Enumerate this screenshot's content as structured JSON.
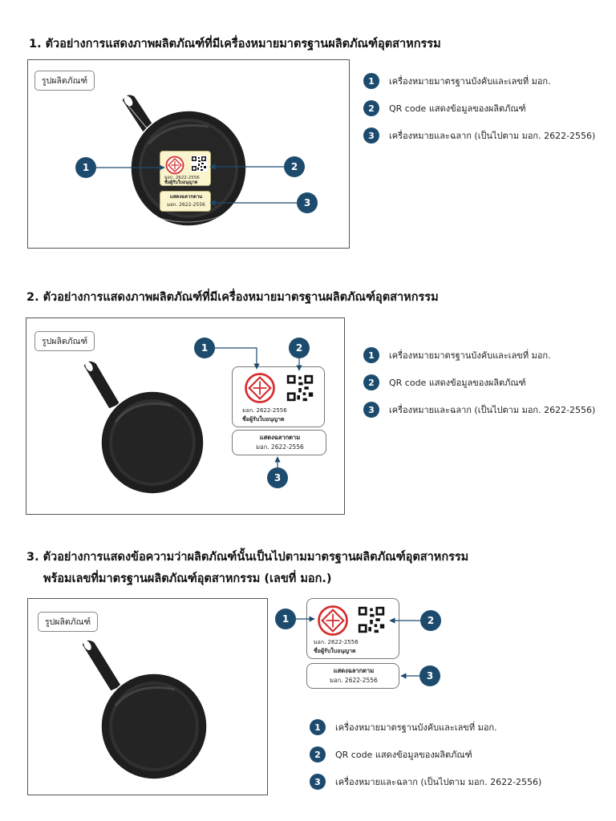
{
  "sections": [
    {
      "heading": "1. ตัวอย่างการแสดงภาพผลิตภัณฑ์ที่มีเครื่องหมายมาตรฐานผลิตภัณฑ์อุตสาหกรรม",
      "photo_label": "รูปผลิตภัณฑ์",
      "label": {
        "standard_no": "มอก. 2622-2556",
        "licensee": "ชื่อผู้รับใบอนุญาต",
        "marking_title": "แสดงฉลากตาม",
        "marking_std": "มอก. 2622-2556"
      },
      "callouts": [
        "1",
        "2",
        "3"
      ]
    },
    {
      "heading": "2. ตัวอย่างการแสดงภาพผลิตภัณฑ์ที่มีเครื่องหมายมาตรฐานผลิตภัณฑ์อุตสาหกรรม",
      "photo_label": "รูปผลิตภัณฑ์",
      "label": {
        "standard_no": "มอก. 2622-2556",
        "licensee": "ชื่อผู้รับใบอนุญาต",
        "marking_title": "แสดงฉลากตาม",
        "marking_std": "มอก. 2622-2556"
      },
      "callouts": [
        "1",
        "2",
        "3"
      ]
    },
    {
      "heading_line1": "3. ตัวอย่างการแสดงข้อความว่าผลิตภัณฑ์นั้นเป็นไปตามมาตรฐานผลิตภัณฑ์อุตสาหกรรม",
      "heading_line2": "พร้อมเลขที่มาตรฐานผลิตภัณฑ์อุตสาหกรรม (เลขที่ มอก.)",
      "photo_label": "รูปผลิตภัณฑ์",
      "label": {
        "standard_no": "มอก. 2622-2556",
        "licensee": "ชื่อผู้รับใบอนุญาต",
        "marking_title": "แสดงฉลากตาม",
        "marking_std": "มอก. 2622-2556"
      },
      "callouts": [
        "1",
        "2",
        "3"
      ]
    }
  ],
  "legend": [
    {
      "num": "1",
      "text": "เครื่องหมายมาตรฐานบังคับและเลขที่  มอก."
    },
    {
      "num": "2",
      "text": "QR code แสดงข้อมูลของผลิตภัณฑ์"
    },
    {
      "num": "3",
      "text": "เครื่องหมายและฉลาก (เป็นไปตาม มอก. 2622-2556)"
    }
  ],
  "colors": {
    "accent": "#1d4b6e",
    "seal_red": "#d62d2d",
    "label_cream": "#fbf5cf",
    "pan": "#1e1e1e"
  },
  "icons": {
    "product": "cast-iron-skillet",
    "standard_mark": "tis-standard-seal-icon",
    "qr": "qr-code-icon"
  }
}
